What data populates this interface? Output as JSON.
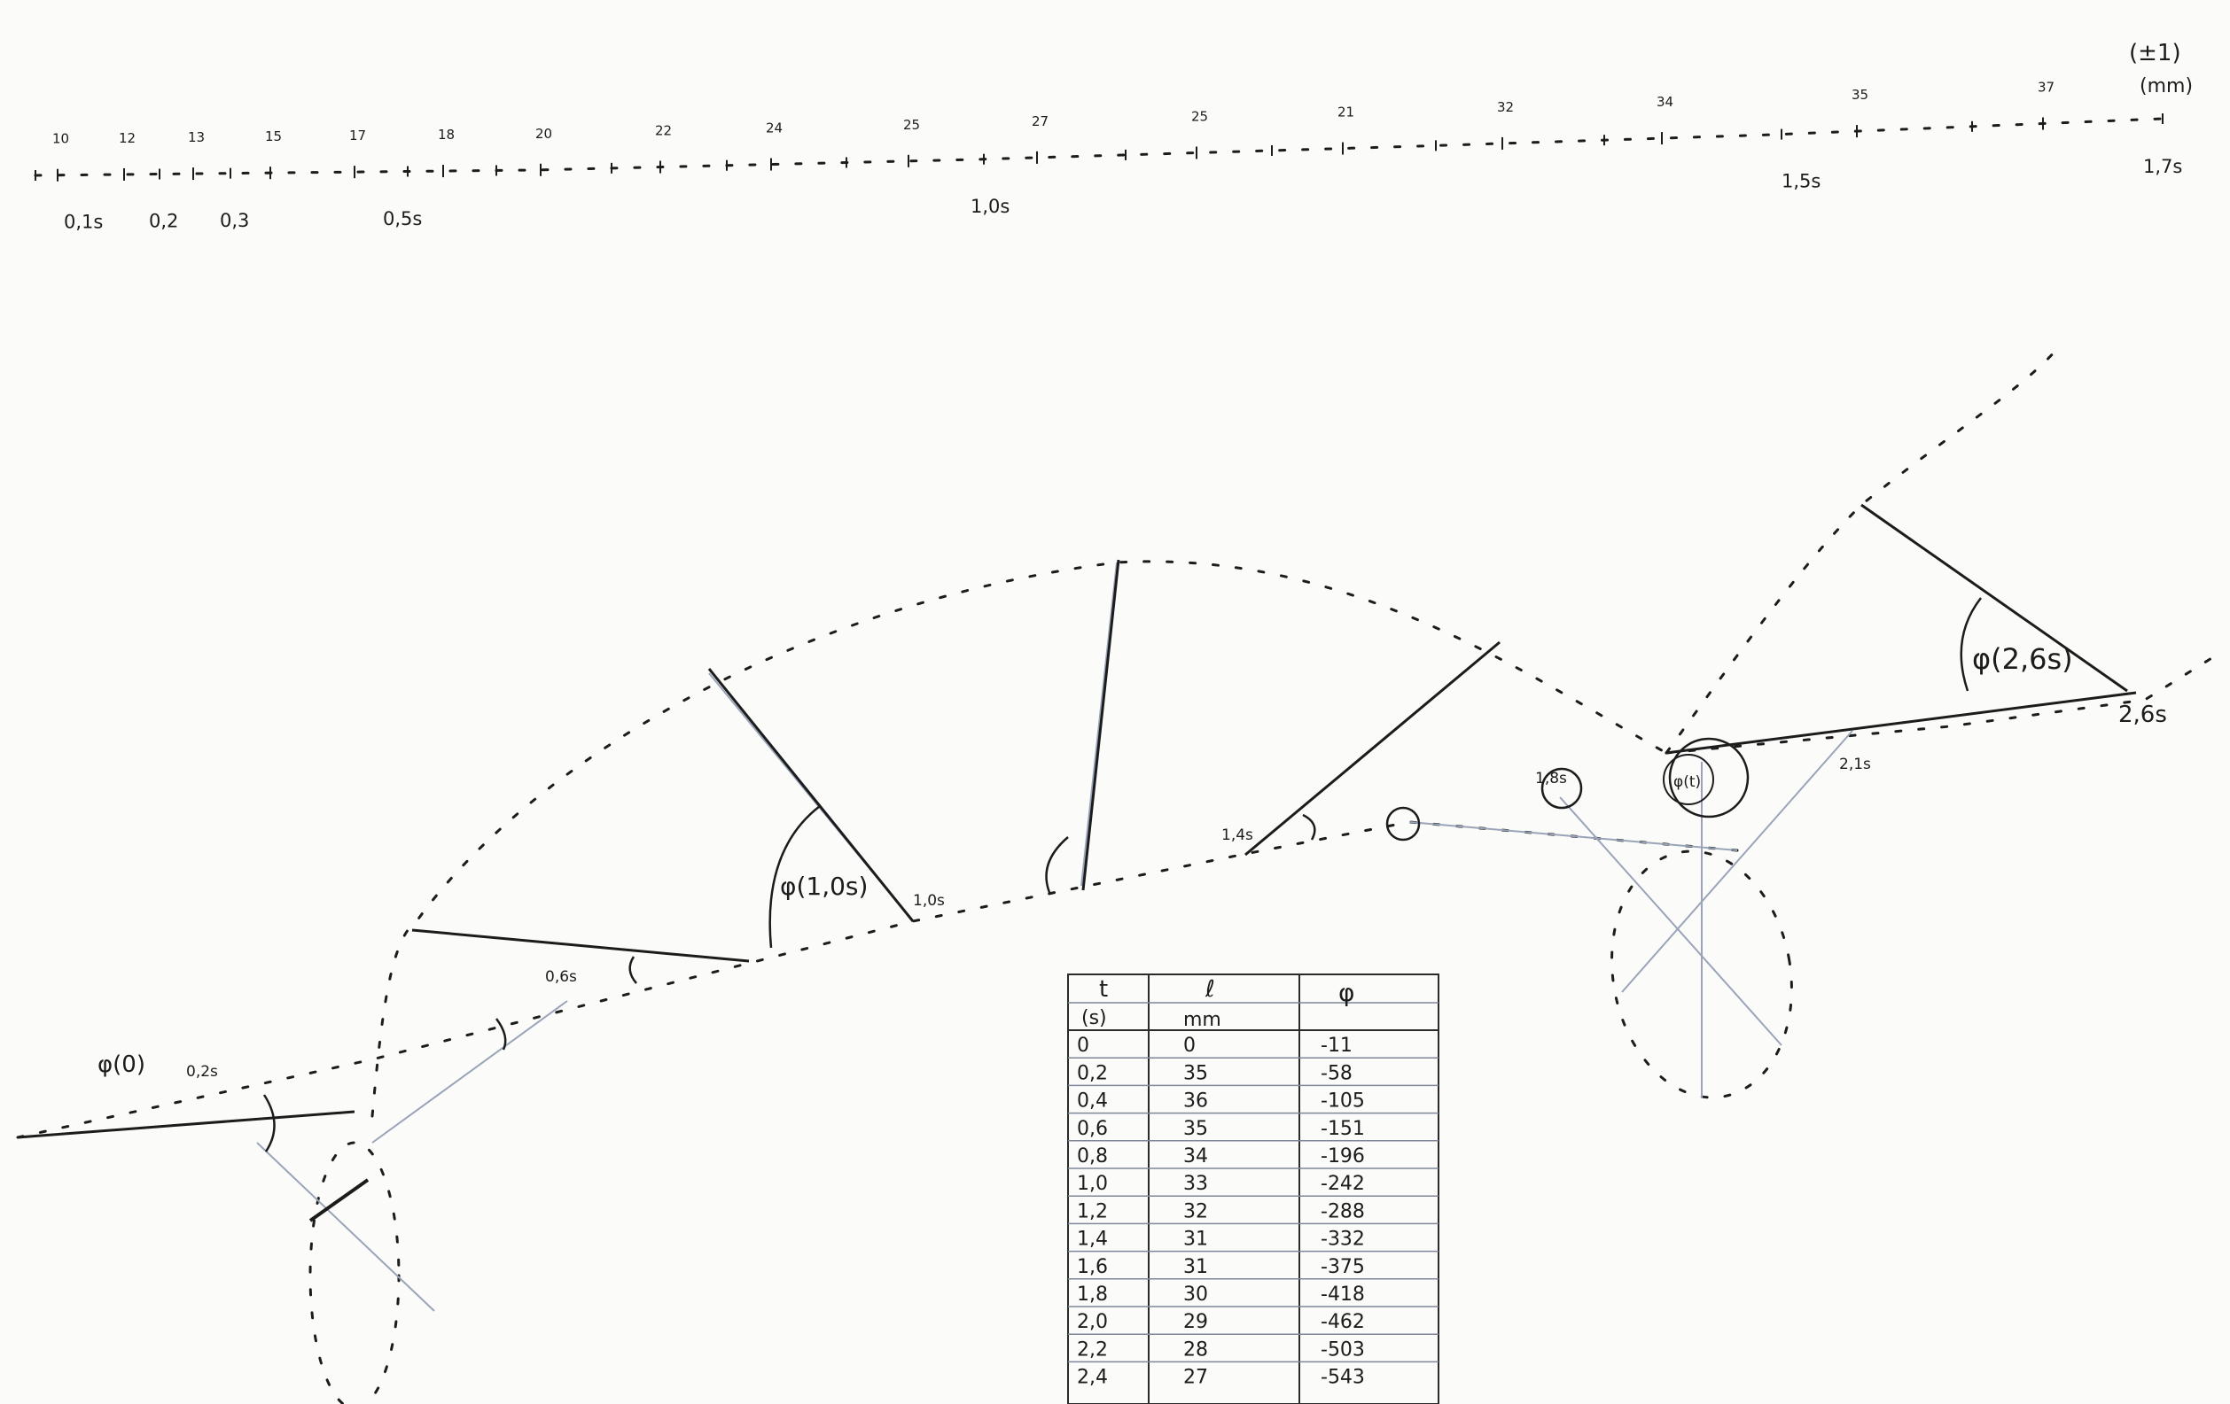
{
  "header": {
    "uncertainty": "(±1)",
    "unit": "(mm)"
  },
  "ruler": {
    "distances": [
      "10",
      "12",
      "13",
      "15",
      "17",
      "18",
      "20",
      "22",
      "24",
      "25",
      "27",
      "25",
      "21",
      "32",
      "34",
      "35",
      "37"
    ],
    "times": [
      "0,1s",
      "0,2",
      "0,3",
      "0,5s",
      "1,0s",
      "1,5s",
      "1,7s"
    ]
  },
  "trajectory": {
    "labels": {
      "phi0": "φ(0)",
      "t02": "0,2s",
      "t06": "0,6s",
      "phi10": "φ(1,0s)",
      "t10": "1,0s",
      "t14": "1,4s",
      "t18": "1,8s",
      "phi_circ": "φ(t)",
      "t21": "2,1s",
      "phi26": "φ(2,6s)",
      "t26": "2,6s"
    }
  },
  "table": {
    "headers": [
      "t",
      "ℓ",
      "φ"
    ],
    "units": [
      "(s)",
      "mm",
      ""
    ],
    "rows": [
      [
        "0",
        "0",
        "-11"
      ],
      [
        "0,2",
        "35",
        "-58"
      ],
      [
        "0,4",
        "36",
        "-105"
      ],
      [
        "0,6",
        "35",
        "-151"
      ],
      [
        "0,8",
        "34",
        "-196"
      ],
      [
        "1,0",
        "33",
        "-242"
      ],
      [
        "1,2",
        "32",
        "-288"
      ],
      [
        "1,4",
        "31",
        "-332"
      ],
      [
        "1,6",
        "31",
        "-375"
      ],
      [
        "1,8",
        "30",
        "-418"
      ],
      [
        "2,0",
        "29",
        "-462"
      ],
      [
        "2,2",
        "28",
        "-503"
      ],
      [
        "2,4",
        "27",
        "-543"
      ]
    ]
  }
}
